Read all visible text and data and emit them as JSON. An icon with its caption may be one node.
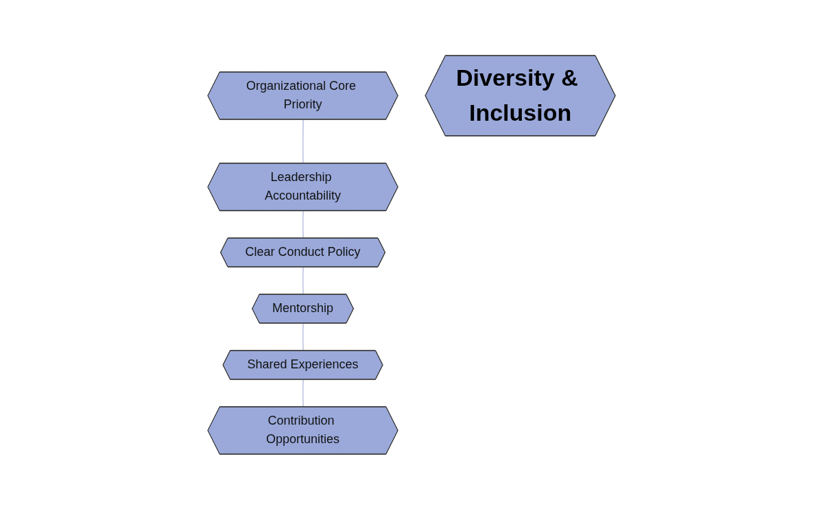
{
  "diagram": {
    "nodes": [
      {
        "text": [
          "Organizational Core Priority"
        ]
      },
      {
        "text": [
          "Contribution Opportunities"
        ]
      },
      {
        "text": [
          "Leadership Accountability"
        ]
      },
      {
        "text": [
          "Diversity & Inclusion"
        ]
      },
      {
        "text": [
          "Shared Experiences"
        ]
      },
      {
        "text": [
          "Clear Conduct Policy"
        ]
      },
      {
        "text": [
          "Mentorship"
        ]
      }
    ],
    "edges": [
      {
        "from": 0,
        "to": 2,
        "arrow": "none"
      },
      {
        "from": 2,
        "to": 5,
        "arrow": "none"
      },
      {
        "from": 5,
        "to": 6,
        "arrow": "none"
      },
      {
        "from": 6,
        "to": 4,
        "arrow": "none"
      },
      {
        "from": 4,
        "to": 1,
        "arrow": "none"
      }
    ]
  }
}
